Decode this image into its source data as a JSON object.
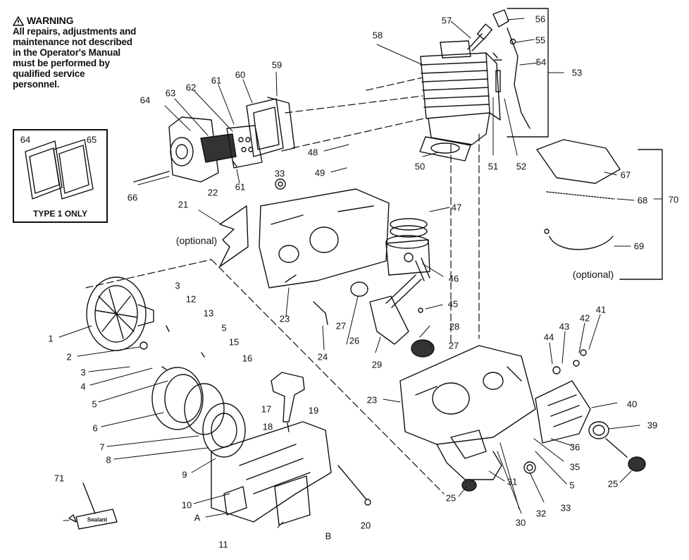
{
  "warning": {
    "title": "WARNING",
    "text": "All repairs, adjustments and\nmaintenance not described\nin the Operator's Manual\nmust be performed by\nqualified service\npersonnel."
  },
  "type1_box": {
    "caption": "TYPE 1 ONLY",
    "labels": [
      "64",
      "65"
    ]
  },
  "tube_label": "Sealant",
  "callouts": [
    "1",
    "2",
    "3",
    "3",
    "4",
    "5",
    "5",
    "5",
    "6",
    "7",
    "8",
    "9",
    "10",
    "11",
    "12",
    "13",
    "15",
    "16",
    "17",
    "18",
    "19",
    "20",
    "21",
    "22",
    "23",
    "23",
    "24",
    "25",
    "25",
    "26",
    "27",
    "27",
    "28",
    "29",
    "30",
    "31",
    "32",
    "33",
    "33",
    "35",
    "36",
    "39",
    "40",
    "41",
    "42",
    "43",
    "44",
    "45",
    "46",
    "47",
    "48",
    "49",
    "50",
    "51",
    "52",
    "53",
    "54",
    "55",
    "56",
    "57",
    "58",
    "59",
    "60",
    "61",
    "61",
    "62",
    "63",
    "64",
    "66",
    "67",
    "68",
    "69",
    "70",
    "71",
    "A",
    "B"
  ],
  "notes": [
    "(optional)",
    "(optional)",
    "(optional)"
  ]
}
